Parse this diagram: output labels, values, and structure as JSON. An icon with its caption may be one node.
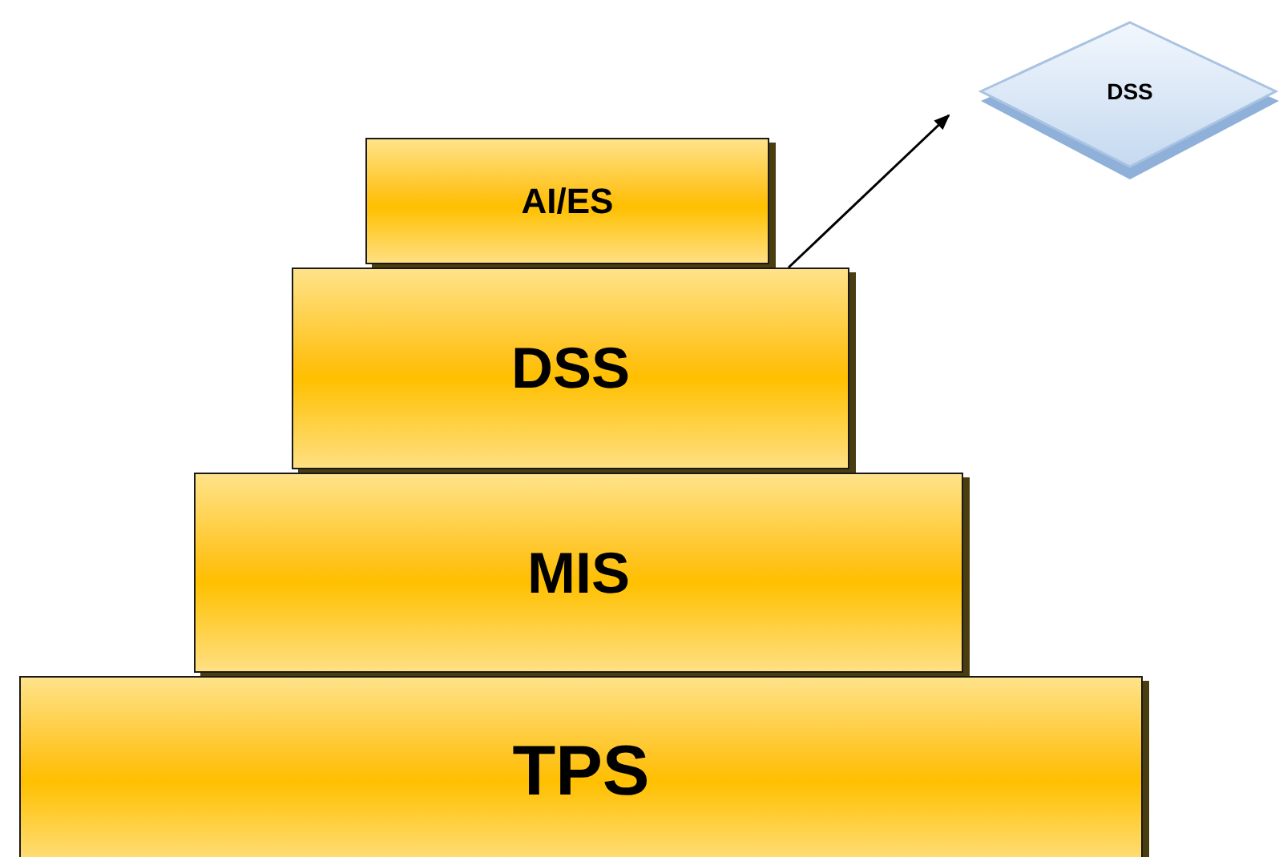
{
  "diagram": {
    "nodes": [
      {
        "text": [
          "AI/ES"
        ]
      },
      {
        "text": [
          "DSS"
        ]
      },
      {
        "text": [
          "MIS"
        ]
      },
      {
        "text": [
          "TPS"
        ]
      },
      {
        "text": [
          "DSS"
        ]
      }
    ],
    "edges": [
      {
        "from": 1,
        "to": 4,
        "arrow": "to"
      }
    ]
  }
}
